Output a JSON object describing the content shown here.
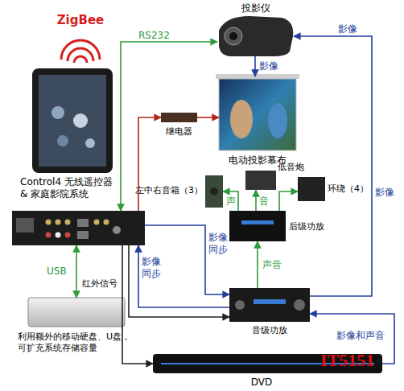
{
  "diagram": {
    "nodes": [
      {
        "text": [
          "投影仪"
        ]
      },
      {
        "text": [
          "电动投影幕布"
        ]
      },
      {
        "text": [
          "继电器"
        ]
      },
      {
        "text": [
          "ZigBee"
        ]
      },
      {
        "text": [
          "Control4 无线遥控器 & 家庭影院系统"
        ]
      },
      {
        "text": [
          "左中右音箱（3）"
        ]
      },
      {
        "text": [
          "低音炮"
        ]
      },
      {
        "text": [
          "环绕（4）"
        ]
      },
      {
        "text": [
          "后级功放"
        ]
      },
      {
        "text": [
          "音级功放"
        ]
      },
      {
        "text": [
          "利用额外的移动硬盘、U盘，可扩充系统存储容量"
        ]
      },
      {
        "text": [
          "DVD"
        ]
      }
    ],
    "edges": [
      {
        "from": 4,
        "to": 0,
        "label": "RS232",
        "arrow": "both"
      },
      {
        "from": 0,
        "to": 1,
        "label": "影像",
        "arrow": "to"
      },
      {
        "from": 4,
        "to": 2,
        "arrow": "to"
      },
      {
        "from": 2,
        "to": 1,
        "arrow": "to"
      },
      {
        "from": 8,
        "to": 5,
        "label": "声",
        "arrow": "to"
      },
      {
        "from": 8,
        "to": 6,
        "label": "音",
        "arrow": "to"
      },
      {
        "from": 8,
        "to": 7,
        "arrow": "to"
      },
      {
        "from": 9,
        "to": 8,
        "label": "声音",
        "arrow": "to"
      },
      {
        "from": 9,
        "to": 0,
        "label": "影像",
        "arrow": "to"
      },
      {
        "from": 11,
        "to": 9,
        "label": "影像和声音",
        "arrow": "to"
      },
      {
        "from": 4,
        "to": 9,
        "label": "影像 同步",
        "arrow": "to"
      },
      {
        "from": 9,
        "to": 4,
        "label": "影像 同步",
        "arrow": "to"
      },
      {
        "from": 4,
        "to": 9,
        "label": "红外信号",
        "arrow": "to"
      },
      {
        "from": 4,
        "to": 11,
        "arrow": "to"
      },
      {
        "from": 4,
        "to": 10,
        "label": "USB",
        "arrow": "both"
      }
    ],
    "labels": [
      "影像",
      "IT5151"
    ]
  }
}
